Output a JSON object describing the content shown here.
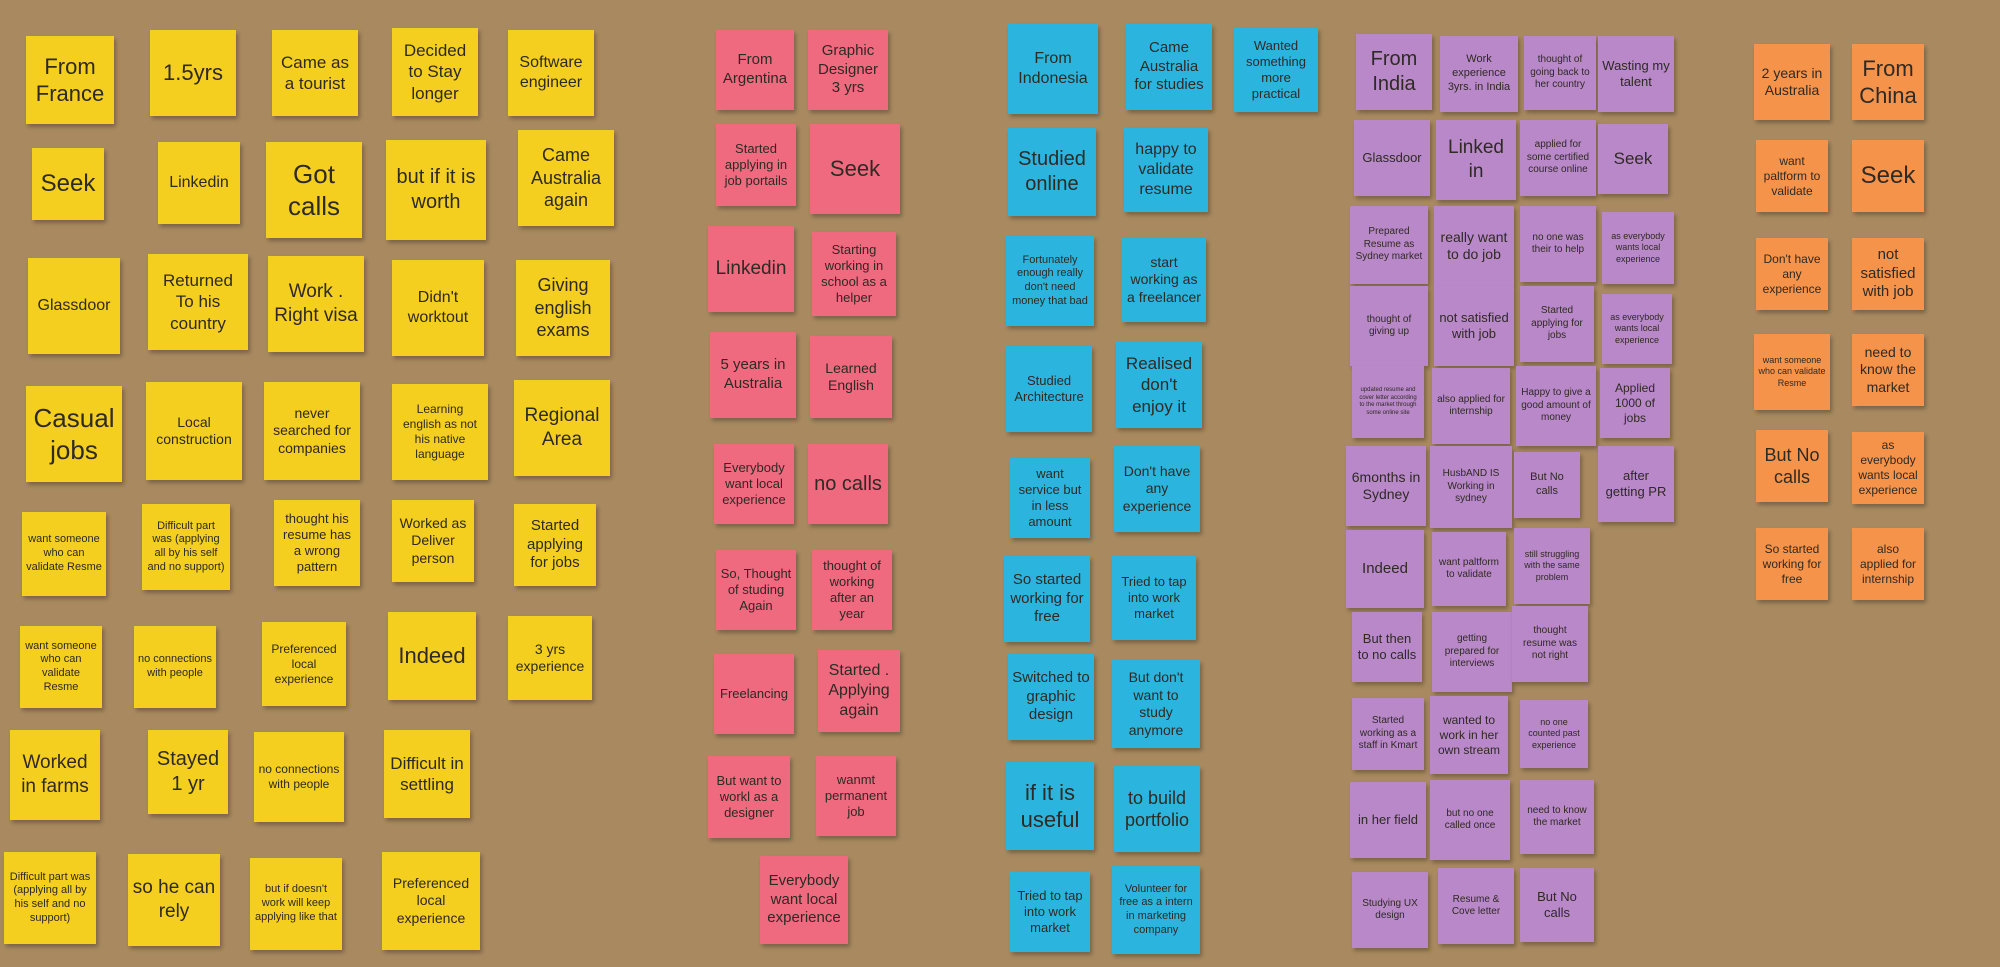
{
  "colors": {
    "board": "#a98a60",
    "yellow": "#f5cf1f",
    "pink": "#ef6a7e",
    "blue": "#2bb5de",
    "purple": "#b988c8",
    "orange": "#f6934a"
  },
  "board": {
    "yellow": [
      "From France",
      "1.5yrs",
      "Came as a tourist",
      "Decided to Stay longer",
      "Software engineer",
      "Seek",
      "Linkedin",
      "Got calls",
      "but if it is worth",
      "Came Australia again",
      "Glassdoor",
      "Returned To his country",
      "Work . Right visa",
      "Didn't worktout",
      "Giving english exams",
      "Casual jobs",
      "Local construction",
      "never searched for companies",
      "Learning english as not his native language",
      "Regional Area",
      "want someone who can validate Resme",
      "Difficult part was (applying all by his self and no support)",
      "thought his resume has a wrong pattern",
      "Worked as Deliver person",
      "Started applying for jobs",
      "want someone who can validate Resme",
      "no connections with people",
      "Preferenced local experience",
      "Indeed",
      "3 yrs experience",
      "Worked in farms",
      "Stayed 1 yr",
      "no connections with people",
      "Difficult in settling",
      "Difficult part was (applying all by his self and no support)",
      "so he can rely",
      "but if doesn't work will keep applying like that",
      "Preferenced local experience"
    ],
    "pink": [
      "From Argentina",
      "Graphic Designer 3 yrs",
      "Started applying in job portails",
      "Seek",
      "Linkedin",
      "Starting working in school as a helper",
      "5 years in Australia",
      "Learned English",
      "Everybody want local experience",
      "no calls",
      "So, Thought of studing Again",
      "thought of working after an year",
      "Freelancing",
      "Started . Applying again",
      "But want to workl as a designer",
      "wanmt permanent job",
      "Everybody want local experience"
    ],
    "blue": [
      "From Indonesia",
      "Came Australia for studies",
      "Wanted something more practical",
      "Studied online",
      "happy to validate resume",
      "Fortunately enough really don't need money that bad",
      "start working as a freelancer",
      "Studied Architecture",
      "Realised don't enjoy it",
      "want service but in less amount",
      "Don't have any experience",
      "So started working for free",
      "Tried to tap into work market",
      "Switched to graphic design",
      "But don't want to study anymore",
      "if it is useful",
      "to build portfolio",
      "Tried to tap into work market",
      "Volunteer for free as a intern in marketing company"
    ],
    "purple": [
      "From India",
      "Work experience 3yrs. in India",
      "thought of going back to her country",
      "Wasting my talent",
      "Glassdoor",
      "Linked in",
      "applied for some certified course online",
      "Seek",
      "Prepared Resume as Sydney market",
      "really want to do job",
      "no one was their to help",
      "as everybody wants local experience",
      "thought of giving up",
      "not satisfied with job",
      "Started applying for jobs",
      "as everybody wants local experience",
      "updated resume and cover letter according to the market through some online site",
      "also applied for internship",
      "Happy to give a good amount of money",
      "Applied 1000 of jobs",
      "6months in Sydney",
      "HusbAND IS Working in sydney",
      "But No calls",
      "after getting PR",
      "Indeed",
      "want paltform to validate",
      "still struggling with the same problem",
      "But then to no calls",
      "getting prepared for interviews",
      "thought resume was not right",
      "Started working as a staff in Kmart",
      "wanted to work in her own stream",
      "no one counted past experience",
      "in her field",
      "but no one called once",
      "need to know the market",
      "Studying UX design",
      "Resume & Cove letter",
      "But No calls"
    ],
    "orange": [
      "2 years in Australia",
      "From China",
      "want paltform to validate",
      "Seek",
      "Don't have any experience",
      "not satisfied with job",
      "want someone who can validate Resme",
      "need to know the market",
      "But No calls",
      "as everybody wants local experience",
      "So started working for free",
      "also applied for internship"
    ]
  }
}
